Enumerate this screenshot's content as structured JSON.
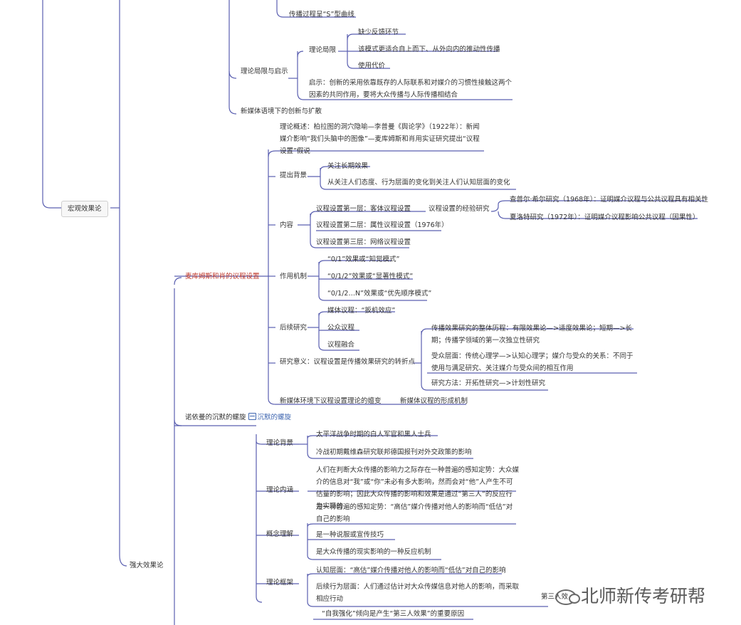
{
  "nodes": {
    "s_curve": "传播过程呈“S”型曲线",
    "limits_inspiration": "理论局限与启示",
    "theory_limits": "理论局限",
    "lack_feedback": "缺少反馈环节",
    "top_down": "该模式更适合自上而下、从外向内的推动性传播",
    "usage_cost": "使用代价",
    "inspiration": "启示：创新的采用依靠既存的人际联系和对媒介的习惯性接触这两个因素的共同作用，要将大众传播与人际传播相结合",
    "new_media_diffusion": "新媒体语境下的创新与扩散",
    "macro_effects": "宏观效果论",
    "theory_overview": "理论概述：柏拉图的洞穴隐喻—李普曼《舆论学》（1922年）：新闻媒介影响“我们头脑中的图像”—麦库姆斯和肖用实证研究提出“议程设置”假说",
    "agenda_setting": "麦库姆斯和肖的议程设置",
    "background": "提出背景",
    "long_term": "关注长期效果",
    "cognition_focus": "从关注人们态度、行为层面的变化到关注人们认知层面的变化",
    "content": "内容",
    "level1": "议程设置第一层：客体议程设置",
    "empirical": "议程设置的经验研究",
    "chapel_hill": "查普尔·希尔研究（1968年）：证明媒介议程与公共议程具有相关性",
    "charlotte": "夏洛特研究（1972年）：证明媒介议程影响公共议程（因果性）",
    "level2": "议程设置第二层：属性议程设置（1976年）",
    "level3": "议程设置第三层：网络议程设置",
    "mechanism": "作用机制",
    "m01": "“0/1”效果或“知觉模式”",
    "m012": "“0/1/2”效果或“显著性模式”",
    "m012n": "“0/1/2…N”效果或“优先顺序模式”",
    "followup": "后续研究",
    "media_agenda": "媒体议程：“扳机效应”",
    "public_agenda": "公众议程",
    "agenda_fusion": "议程融合",
    "significance": "研究意义：议程设置是传播效果研究的转折点",
    "history": "传播效果研究的整体历程：有限效果论—>适度效果论；短期—>长期；传播学领域的第一次独立性研究",
    "audience": "受众层面：传统心理学—>认知心理学；媒介与受众的关系：不同于使用与满足研究、关注媒介与受众间的相互作用",
    "method": "研究方法：开拓性研究—>计划性研究",
    "new_media_env": "新媒体环境下议程设置理论的嬗变",
    "new_media_formation": "新媒体议程的形成机制",
    "spiral": "诺依曼的沉默的螺旋",
    "spiral_link": "沉默的螺旋",
    "strong_effects": "强大效果论",
    "theory_background": "理论背景",
    "pacific_war": "太平洋战争时期的白人军官和黑人士兵",
    "cold_war": "冷战初期戴维森研究联邦德国报刊对外交政策的影响",
    "theory_connotation": "理论内涵",
    "connotation_text": "人们在判断大众传播的影响力之际存在一种普遍的感知定势：大众媒介的信息对“我”或“你”未必有多大影响，然而会对“他”人产生不可估量的影响；因此大众传播的影响和效果是通过“第三人”的反应行为实现的",
    "concept": "概念理解",
    "perception_set": "是一种普遍的感知定势：“高估”媒介传播对他人的影响而“低估”对自己的影响",
    "persuasion": "是一种说服或宣传技巧",
    "reaction": "是大众传播的现实影响的一种反应机制",
    "framework": "理论框架",
    "cognitive_level": "认知层面：“高估”媒介传播对他人的影响而“低估”对自己的影响",
    "behavior_level": "后续行为层面：人们通过估计对大众传媒信息对他人的影响，而采取相应行动",
    "third_person_partial": "第三人效",
    "self_enhance": "“自我强化”倾向是产生“第三人效果”的重要原因"
  },
  "watermark": "北师新传考研帮",
  "colors": {
    "line": "#5a5fb0",
    "highlight": "#c0392b",
    "link": "#3f66b0"
  }
}
